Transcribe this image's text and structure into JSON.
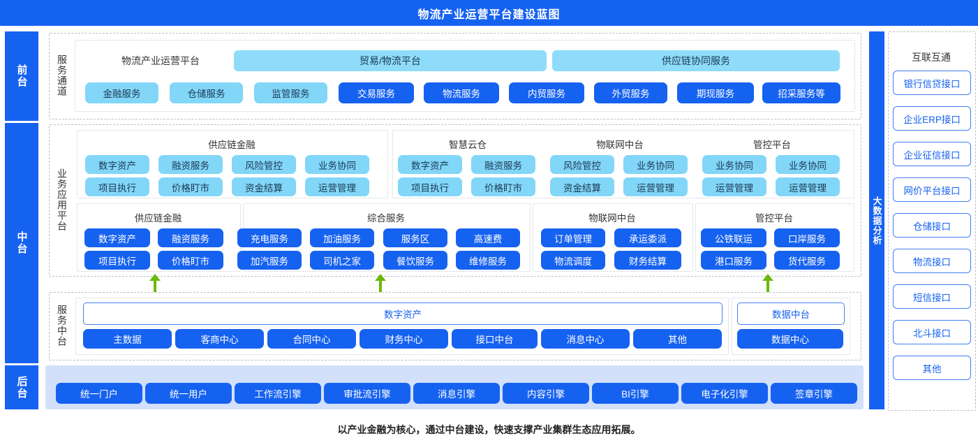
{
  "header": {
    "title": "物流产业运营平台建设蓝图"
  },
  "rails": {
    "front": "前台",
    "middle": "中台",
    "back": "后台",
    "right": "大数据分析"
  },
  "front_stage": {
    "side_label": "服务通道",
    "platform_label": "物流产业运营平台",
    "bands": [
      "贸易/物流平台",
      "供应链协同服务"
    ],
    "services": [
      {
        "label": "金融服务",
        "style": "light"
      },
      {
        "label": "仓储服务",
        "style": "light"
      },
      {
        "label": "监管服务",
        "style": "light"
      },
      {
        "label": "交易服务",
        "style": "blue"
      },
      {
        "label": "物流服务",
        "style": "blue"
      },
      {
        "label": "内贸服务",
        "style": "blue"
      },
      {
        "label": "外贸服务",
        "style": "blue"
      },
      {
        "label": "期现服务",
        "style": "blue"
      },
      {
        "label": "招采服务等",
        "style": "blue"
      }
    ]
  },
  "business_platform": {
    "side_label": "业务应用平台",
    "row_light": [
      {
        "title": "供应链金融",
        "items": [
          "数字资产",
          "融资服务",
          "风险管控",
          "业务协同",
          "项目执行",
          "价格盯市",
          "资金结算",
          "运营管理"
        ]
      },
      {
        "title": "智慧云仓",
        "items": [
          "数字资产",
          "融资服务",
          "项目执行",
          "价格盯市"
        ]
      },
      {
        "title": "物联网中台",
        "items": [
          "风险管控",
          "业务协同",
          "资金结算",
          "运营管理"
        ]
      },
      {
        "title": "管控平台",
        "items": [
          "业务协同",
          "业务协同",
          "运营管理",
          "运营管理"
        ]
      }
    ],
    "row_blue": [
      {
        "title": "供应链金融",
        "items": [
          "数字资产",
          "融资服务",
          "项目执行",
          "价格盯市"
        ]
      },
      {
        "title": "综合服务",
        "items": [
          "充电服务",
          "加油服务",
          "服务区",
          "高速费",
          "加汽服务",
          "司机之家",
          "餐饮服务",
          "维修服务"
        ]
      },
      {
        "title": "物联网中台",
        "items": [
          "订单管理",
          "承运委派",
          "物流调度",
          "财务结算"
        ]
      },
      {
        "title": "管控平台",
        "items": [
          "公铁联运",
          "口岸服务",
          "港口服务",
          "货代服务"
        ]
      }
    ]
  },
  "service_platform": {
    "side_label": "服务中台",
    "banner": "数字资产",
    "items": [
      "主数据",
      "客商中心",
      "合同中心",
      "财务中心",
      "接口中台",
      "消息中心",
      "其他"
    ],
    "data_banner": "数据中台",
    "data_item": "数据中心"
  },
  "back_stage": {
    "engines": [
      "统一门户",
      "统一用户",
      "工作流引擎",
      "审批流引擎",
      "消息引擎",
      "内容引擎",
      "BI引擎",
      "电子化引擎",
      "签章引擎"
    ]
  },
  "interfaces": {
    "title": "互联互通",
    "items": [
      "银行信贷接口",
      "企业ERP接口",
      "企业征信接口",
      "网价平台接口",
      "仓储接口",
      "物流接口",
      "短信接口",
      "北斗接口",
      "其他"
    ]
  },
  "footer": {
    "text": "以产业金融为核心，通过中台建设，快速支撑产业集群生态应用拓展。"
  },
  "colors": {
    "primary_blue": "#1662f0",
    "light_blue": "#82d6f8",
    "band_blue": "#8fdcfa",
    "back_band": "#d3e0fb",
    "arrow_green": "#6ab90a"
  }
}
